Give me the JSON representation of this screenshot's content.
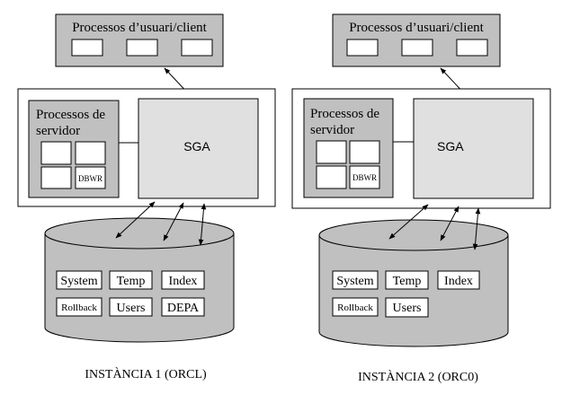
{
  "instances": [
    {
      "client_label": "Processos d’usuari/client",
      "server_label_line1": "Processos de",
      "server_label_line2": "servidor",
      "dbwr_label": "DBWR",
      "sga_label": "SGA",
      "tablespaces_row1": [
        "System",
        "Temp",
        "Index"
      ],
      "tablespaces_row2": [
        "Rollback",
        "Users",
        "DEPA"
      ],
      "caption": "INSTÀNCIA 1 (ORCL)"
    },
    {
      "client_label": "Processos d’usuari/client",
      "server_label_line1": "Processos de",
      "server_label_line2": "servidor",
      "dbwr_label": "DBWR",
      "sga_label": "SGA",
      "tablespaces_row1": [
        "System",
        "Temp",
        "Index"
      ],
      "tablespaces_row2": [
        "Rollback",
        "Users"
      ],
      "caption": "INSTÀNCIA 2 (ORC0)"
    }
  ],
  "colors": {
    "dark_box": "#c0c0c0",
    "sga_fill": "#e0e0e0",
    "disk_fill": "#c0c0c0",
    "line": "#000000"
  }
}
